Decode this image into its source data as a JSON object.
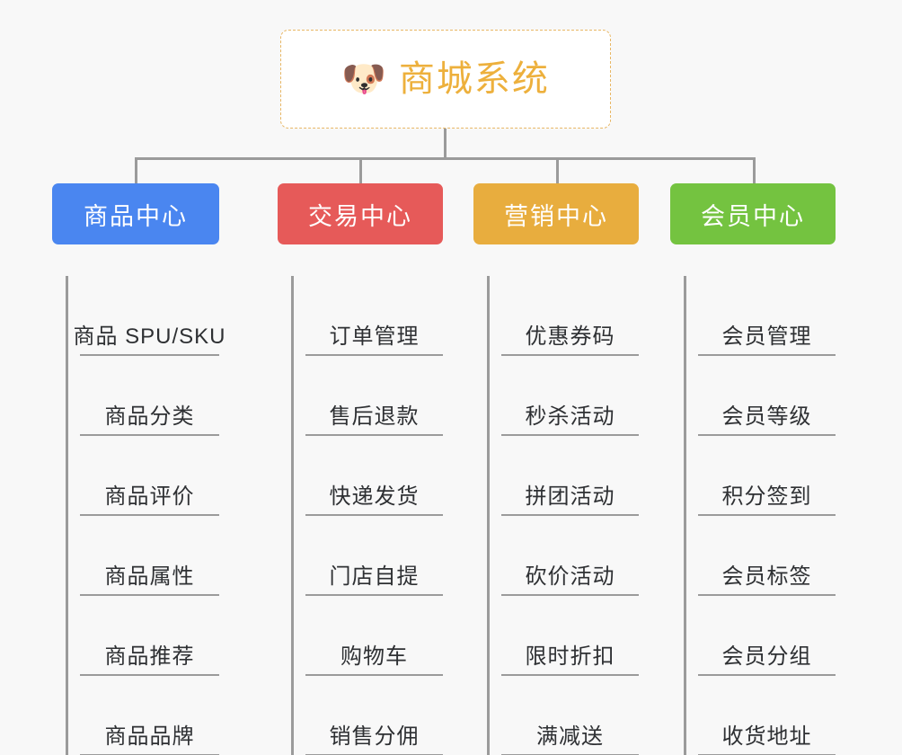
{
  "root": {
    "icon": "dog-face-icon",
    "icon_glyph": "🐶",
    "title": "商城系统",
    "color": "#edb03c",
    "border_color": "#e8b765",
    "background": "#ffffff"
  },
  "canvas": {
    "background": "#f8f8f8",
    "connector_color": "#9b9b9b"
  },
  "columns": [
    {
      "header": "商品中心",
      "color": "#4a86f0",
      "items": [
        "商品 SPU/SKU",
        "商品分类",
        "商品评价",
        "商品属性",
        "商品推荐",
        "商品品牌"
      ]
    },
    {
      "header": "交易中心",
      "color": "#e65a59",
      "items": [
        "订单管理",
        "售后退款",
        "快递发货",
        "门店自提",
        "购物车",
        "销售分佣"
      ]
    },
    {
      "header": "营销中心",
      "color": "#e8ad3e",
      "items": [
        "优惠券码",
        "秒杀活动",
        "拼团活动",
        "砍价活动",
        "限时折扣",
        "满减送"
      ]
    },
    {
      "header": "会员中心",
      "color": "#74c340",
      "items": [
        "会员管理",
        "会员等级",
        "积分签到",
        "会员标签",
        "会员分组",
        "收货地址"
      ]
    }
  ]
}
